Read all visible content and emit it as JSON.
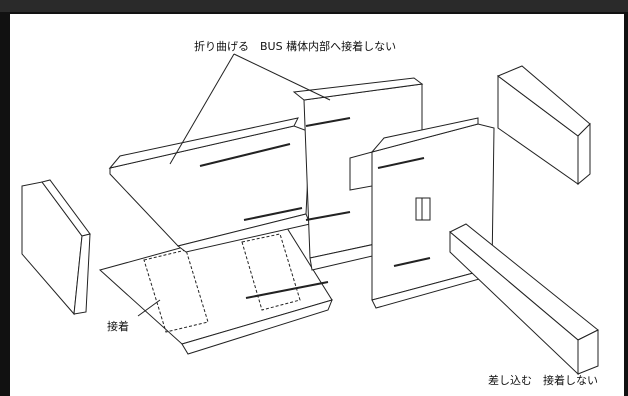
{
  "labels": {
    "fold_note": "折り曲げる　BUS 構体内部へ接着しない",
    "glue_note": "接着",
    "insert_note": "差し込む　接着しない"
  }
}
